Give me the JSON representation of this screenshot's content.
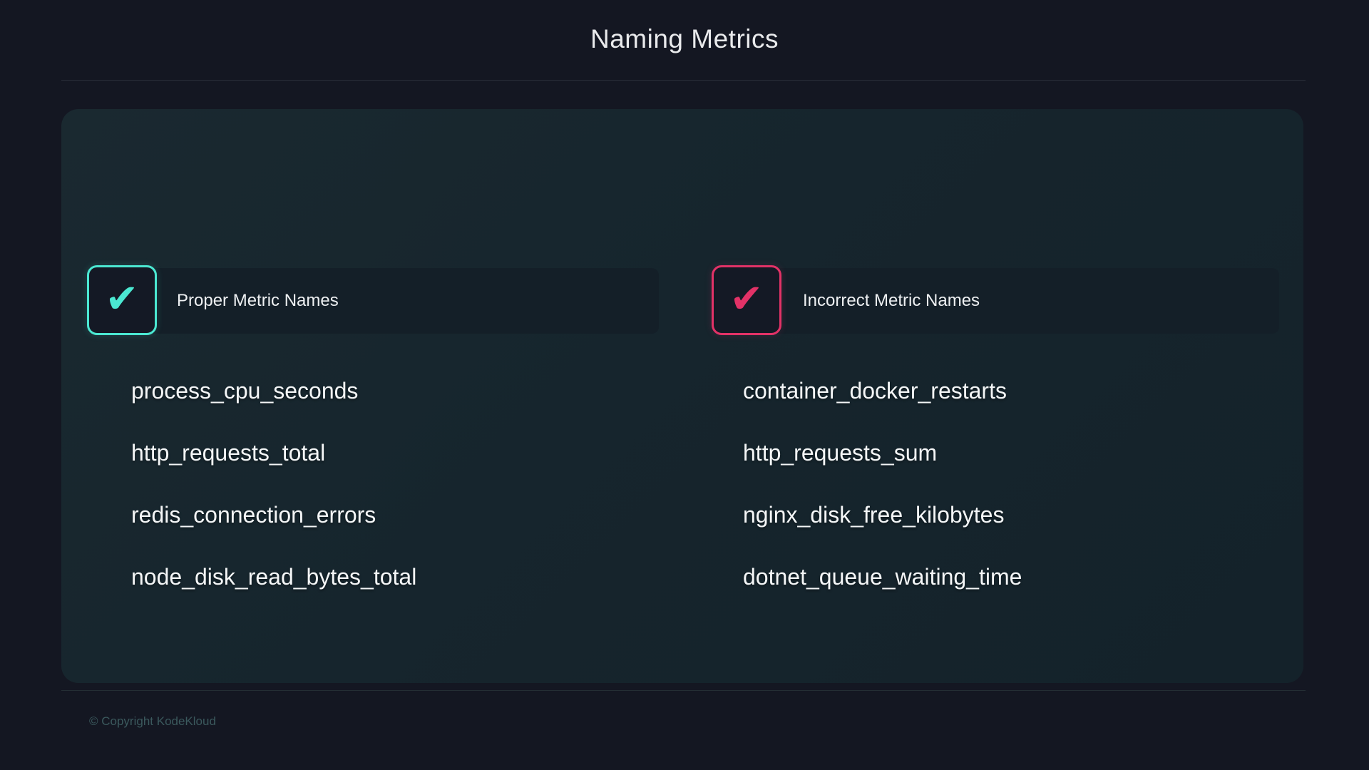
{
  "page": {
    "title": "Naming Metrics",
    "footer": {
      "copyright": "© Copyright KodeKloud"
    }
  },
  "icons": {
    "check_glyph": "✔"
  },
  "columns": [
    {
      "id": "proper",
      "header": {
        "label": "Proper Metric Names",
        "icon": "check-mark",
        "accent_color": "#4BE8D2"
      },
      "items": [
        "process_cpu_seconds",
        "http_requests_total",
        "redis_connection_errors",
        "node_disk_read_bytes_total"
      ]
    },
    {
      "id": "incorrect",
      "header": {
        "label": "Incorrect Metric Names",
        "icon": "check-mark",
        "accent_color": "#E23267"
      },
      "items": [
        "container_docker_restarts",
        "http_requests_sum",
        "nginx_disk_free_kilobytes",
        "dotnet_queue_waiting_time"
      ]
    }
  ],
  "colors": {
    "page_background": "#141722",
    "card_background": "#16252D",
    "header_bar_background": "#141F28",
    "accent_teal": "#4BE8D2",
    "accent_pink": "#E23267",
    "text_primary": "#F4F6F7",
    "text_muted": "#3B595D"
  }
}
